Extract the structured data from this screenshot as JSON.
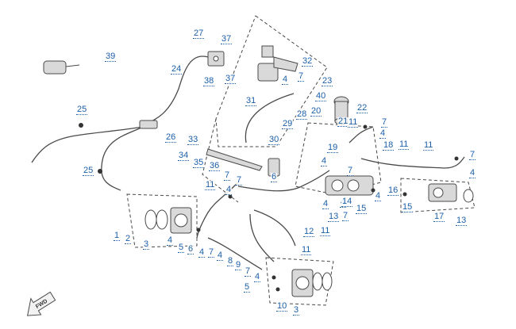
{
  "diagram": {
    "colors": {
      "line": "#4a4a4a",
      "part": "#6f6f6f",
      "fill": "#d9d9d9",
      "callout": "#1c5fa8"
    },
    "forward_arrow": {
      "icon": "forward-arrow-icon",
      "label": "FWD"
    },
    "callouts": [
      "39",
      "27",
      "37",
      "24",
      "38",
      "37",
      "32",
      "4",
      "7",
      "23",
      "40",
      "31",
      "25",
      "26",
      "20",
      "22",
      "21",
      "28",
      "29",
      "11",
      "7",
      "4",
      "18",
      "11",
      "11",
      "7",
      "33",
      "30",
      "19",
      "34",
      "35",
      "36",
      "7",
      "4",
      "7",
      "6",
      "25",
      "4",
      "7",
      "16",
      "4",
      "11",
      "4",
      "4",
      "4",
      "14",
      "15",
      "15",
      "17",
      "13",
      "11",
      "13",
      "7",
      "3",
      "2",
      "12",
      "1",
      "4",
      "5",
      "6",
      "4",
      "7",
      "4",
      "11",
      "8",
      "9",
      "7",
      "4",
      "5",
      "10",
      "3"
    ]
  }
}
